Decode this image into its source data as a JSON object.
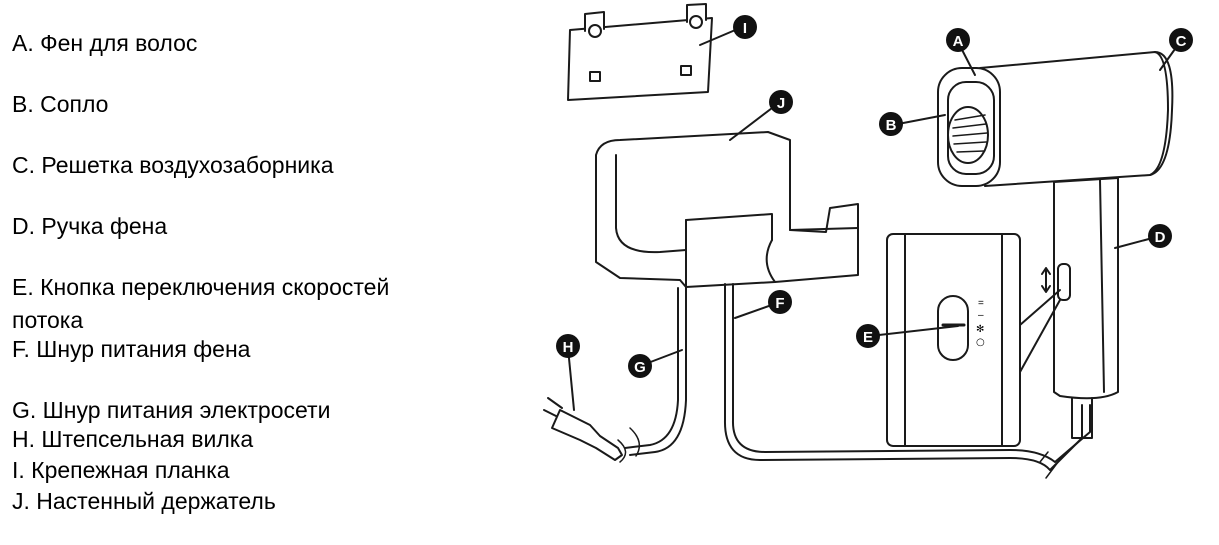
{
  "legend": [
    {
      "key": "a",
      "text": "А. Фен для волос"
    },
    {
      "key": "b",
      "text": "B. Сопло"
    },
    {
      "key": "c",
      "text": "C. Решетка воздухозаборника"
    },
    {
      "key": "d",
      "text": "D. Ручка фена"
    },
    {
      "key": "e1",
      "text": "E. Кнопка переключения скоростей"
    },
    {
      "key": "e2",
      "text": "потока"
    },
    {
      "key": "f",
      "text": "F. Шнур питания фена"
    },
    {
      "key": "g",
      "text": "G. Шнур питания электросети"
    },
    {
      "key": "h",
      "text": "H. Штепсельная вилка"
    },
    {
      "key": "i",
      "text": "I. Крепежная планка"
    },
    {
      "key": "j",
      "text": "J. Настенный держатель"
    }
  ],
  "markers": {
    "a": "A",
    "b": "B",
    "c": "C",
    "d": "D",
    "e": "E",
    "f": "F",
    "g": "G",
    "h": "H",
    "i": "I",
    "j": "J"
  },
  "switch_labels": {
    "level2": "=",
    "level1": "–",
    "cool": "✻",
    "off": "○"
  },
  "colors": {
    "line": "#1a1a1a",
    "fill": "#ffffff",
    "marker": "#111111"
  }
}
